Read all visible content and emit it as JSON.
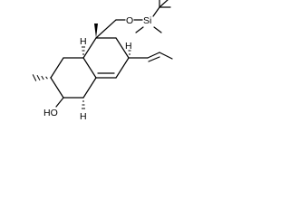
{
  "molecule": {
    "atom_labels": {
      "oxygen_silyl_ether": "O",
      "silicon": "Si",
      "hydroxyl": "HO",
      "h_ring_fusion_top": "H",
      "h_ring_fusion_bottom": "H",
      "h_stereocenter_propenyl": "H"
    }
  }
}
